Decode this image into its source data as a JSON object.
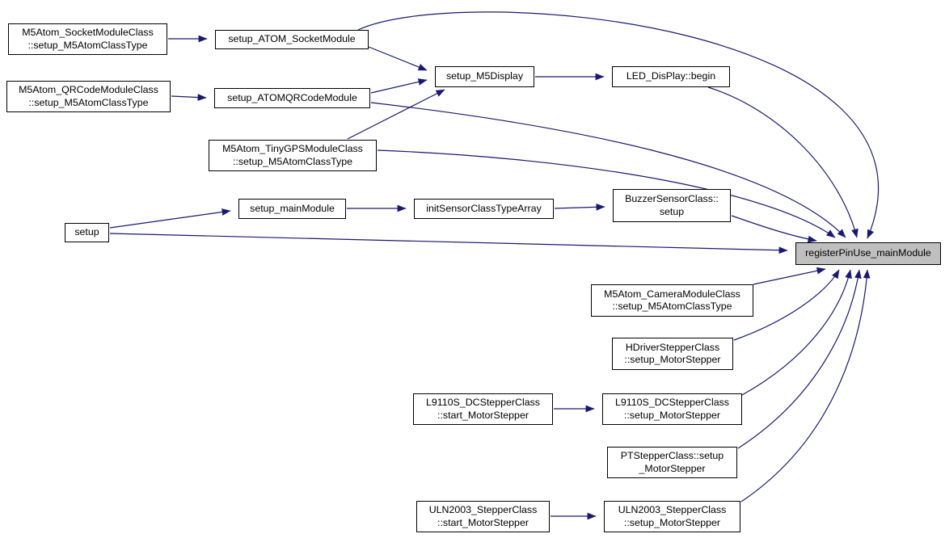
{
  "diagram": {
    "type": "call-graph",
    "highlighted_node": "registerPinUse_mainModule",
    "colors": {
      "edge": "#191970",
      "node_fill": "#ffffff",
      "node_border": "#000000",
      "highlight_fill": "#bfbfbf",
      "text": "#000000"
    }
  },
  "nodes": {
    "socket_class": {
      "line1": "M5Atom_SocketModuleClass",
      "line2": "::setup_M5AtomClassType"
    },
    "setup_atom_socket": {
      "line1": "setup_ATOM_SocketModule"
    },
    "qrcode_class": {
      "line1": "M5Atom_QRCodeModuleClass",
      "line2": "::setup_M5AtomClassType"
    },
    "setup_atomqrcode": {
      "line1": "setup_ATOMQRCodeModule"
    },
    "setup_m5display": {
      "line1": "setup_M5Display"
    },
    "led_display_begin": {
      "line1": "LED_DisPlay::begin"
    },
    "tinygps_class": {
      "line1": "M5Atom_TinyGPSModuleClass",
      "line2": "::setup_M5AtomClassType"
    },
    "setup_mainmodule": {
      "line1": "setup_mainModule"
    },
    "init_sensor": {
      "line1": "initSensorClassTypeArray"
    },
    "buzzer": {
      "line1": "BuzzerSensorClass::",
      "line2": "setup"
    },
    "setup": {
      "line1": "setup"
    },
    "register_pin": {
      "line1": "registerPinUse_mainModule"
    },
    "camera_class": {
      "line1": "M5Atom_CameraModuleClass",
      "line2": "::setup_M5AtomClassType"
    },
    "hdriver": {
      "line1": "HDriverStepperClass",
      "line2": "::setup_MotorStepper"
    },
    "l9110s_start": {
      "line1": "L9110S_DCStepperClass",
      "line2": "::start_MotorStepper"
    },
    "l9110s_setup": {
      "line1": "L9110S_DCStepperClass",
      "line2": "::setup_MotorStepper"
    },
    "ptstepper": {
      "line1": "PTStepperClass::setup",
      "line2": "_MotorStepper"
    },
    "uln2003_start": {
      "line1": "ULN2003_StepperClass",
      "line2": "::start_MotorStepper"
    },
    "uln2003_setup": {
      "line1": "ULN2003_StepperClass",
      "line2": "::setup_MotorStepper"
    }
  },
  "edges": [
    {
      "from": "socket_class",
      "to": "setup_atom_socket"
    },
    {
      "from": "qrcode_class",
      "to": "setup_atomqrcode"
    },
    {
      "from": "setup_atom_socket",
      "to": "setup_m5display"
    },
    {
      "from": "setup_atomqrcode",
      "to": "setup_m5display"
    },
    {
      "from": "tinygps_class",
      "to": "setup_m5display"
    },
    {
      "from": "setup_m5display",
      "to": "led_display_begin"
    },
    {
      "from": "setup",
      "to": "setup_mainmodule"
    },
    {
      "from": "setup_mainmodule",
      "to": "init_sensor"
    },
    {
      "from": "init_sensor",
      "to": "buzzer"
    },
    {
      "from": "setup",
      "to": "register_pin"
    },
    {
      "from": "buzzer",
      "to": "register_pin"
    },
    {
      "from": "tinygps_class",
      "to": "register_pin"
    },
    {
      "from": "setup_atomqrcode",
      "to": "register_pin"
    },
    {
      "from": "led_display_begin",
      "to": "register_pin"
    },
    {
      "from": "setup_atom_socket",
      "to": "register_pin"
    },
    {
      "from": "camera_class",
      "to": "register_pin"
    },
    {
      "from": "hdriver",
      "to": "register_pin"
    },
    {
      "from": "l9110s_setup",
      "to": "register_pin"
    },
    {
      "from": "ptstepper",
      "to": "register_pin"
    },
    {
      "from": "uln2003_setup",
      "to": "register_pin"
    },
    {
      "from": "l9110s_start",
      "to": "l9110s_setup"
    },
    {
      "from": "uln2003_start",
      "to": "uln2003_setup"
    }
  ]
}
